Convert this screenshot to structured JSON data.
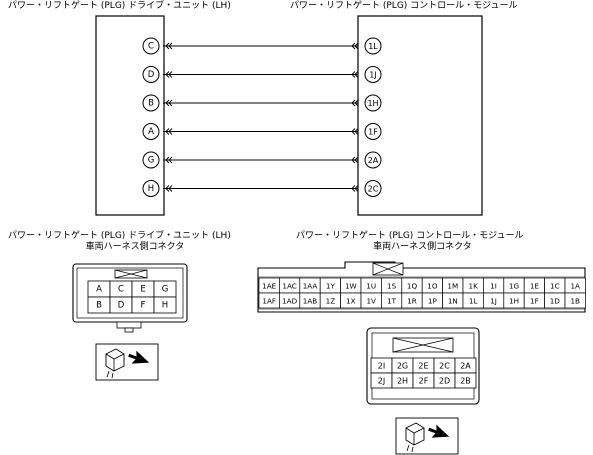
{
  "labels": {
    "plg_drive_unit_top": "パワー・リフトゲート (PLG) ドライブ・ユニット (LH)",
    "plg_control_module_top": "パワー・リフトゲート (PLG) コントロール・モジュール",
    "plg_drive_unit_bottom": "パワー・リフトゲート (PLG) ドライブ・ユニット (LH)",
    "drive_unit_harness": "車両ハーネス側コネクタ",
    "plg_control_module_bottom": "パワー・リフトゲート (PLG) コントロール・モジュール",
    "control_module_harness": "車両ハーネス側コネクタ"
  },
  "wiring": [
    {
      "from": "C",
      "to": "1L"
    },
    {
      "from": "D",
      "to": "1J"
    },
    {
      "from": "B",
      "to": "1H"
    },
    {
      "from": "A",
      "to": "1F"
    },
    {
      "from": "G",
      "to": "2A"
    },
    {
      "from": "H",
      "to": "2C"
    }
  ],
  "drive_unit_connector": {
    "rows": [
      [
        "A",
        "C",
        "E",
        "G"
      ],
      [
        "B",
        "D",
        "F",
        "H"
      ]
    ]
  },
  "control_module_connector_large": {
    "rows": [
      [
        "1AE",
        "1AC",
        "1AA",
        "1Y",
        "1W",
        "1U",
        "1S",
        "1Q",
        "1O",
        "1M",
        "1K",
        "1I",
        "1G",
        "1E",
        "1C",
        "1A"
      ],
      [
        "1AF",
        "1AD",
        "1AB",
        "1Z",
        "1X",
        "1V",
        "1T",
        "1R",
        "1P",
        "1N",
        "1L",
        "1J",
        "1H",
        "1F",
        "1D",
        "1B"
      ]
    ]
  },
  "control_module_connector_small": {
    "rows": [
      [
        "2I",
        "2G",
        "2E",
        "2C",
        "2A"
      ],
      [
        "2J",
        "2H",
        "2F",
        "2D",
        "2B"
      ]
    ]
  }
}
